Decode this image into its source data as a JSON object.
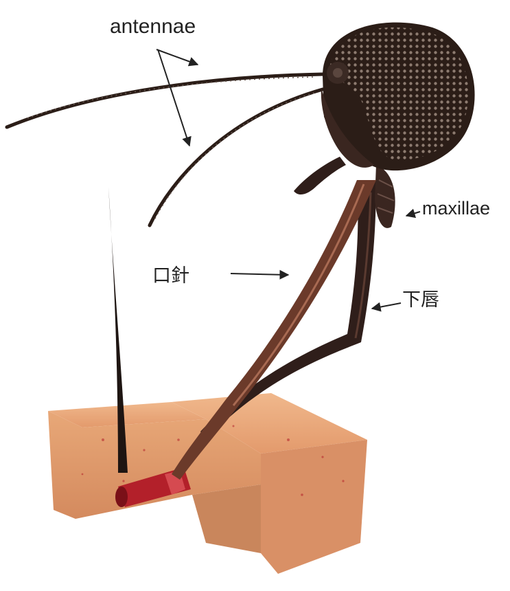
{
  "labels": {
    "antennae": "antennae",
    "maxillae": "maxillae",
    "stylet": "口針",
    "labium": "下唇"
  },
  "colors": {
    "background": "#ffffff",
    "label_text": "#222222",
    "head": "#2b1d17",
    "proboscis": "#6b3a2a",
    "skin": "#e8a878",
    "skin_shadow": "#c9865c",
    "blood": "#b3202a",
    "hair": "#1e1512"
  }
}
